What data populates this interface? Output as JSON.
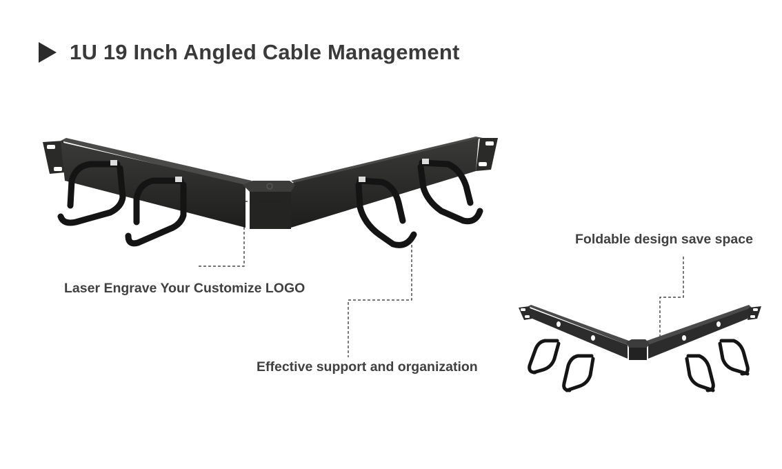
{
  "header": {
    "title": "1U 19 Inch Angled Cable Management",
    "bullet_icon": "play-triangle-icon"
  },
  "callouts": {
    "logo": "Laser Engrave Your Customize LOGO",
    "support": "Effective support and organization",
    "foldable": "Foldable design save space"
  },
  "images": {
    "main_product": "angled-cable-management-panel-assembled",
    "folded_product": "angled-cable-management-panel-disassembled"
  },
  "colors": {
    "text": "#3a3a3a",
    "product": "#1f1f1f",
    "background": "#ffffff"
  }
}
